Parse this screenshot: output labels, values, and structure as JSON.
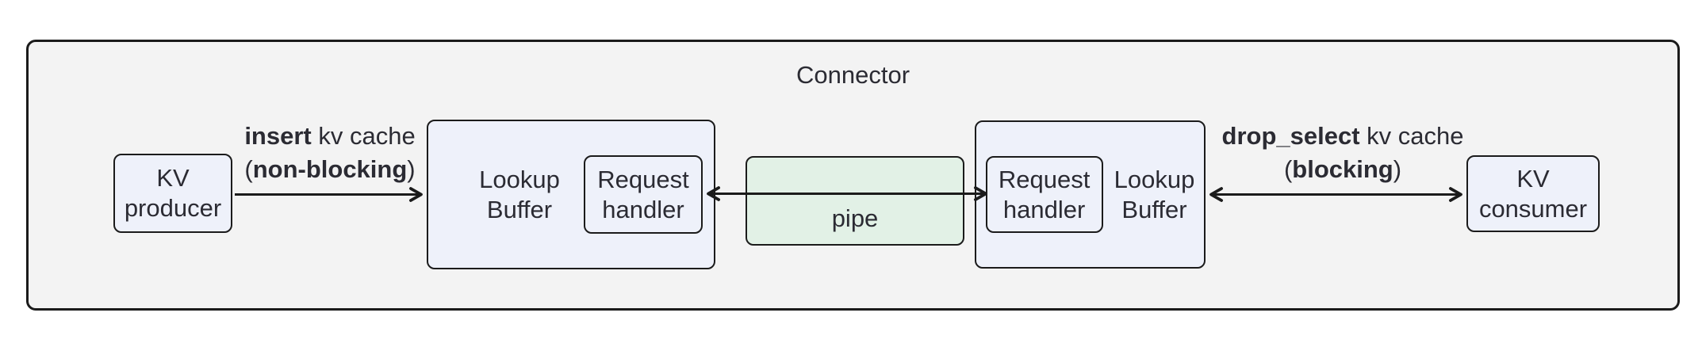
{
  "title": "Connector",
  "colors": {
    "canvas_bg": "#ffffff",
    "container_fill": "#f3f3f3",
    "node_fill": "#eef1fa",
    "pipe_fill": "#e2f1e6",
    "border": "#1b1b1b",
    "text": "#2b2b33"
  },
  "nodes": {
    "kv_producer": {
      "line1": "KV",
      "line2": "producer"
    },
    "lookup_buffer_left": {
      "line1": "Lookup",
      "line2": "Buffer"
    },
    "request_handler_left": {
      "line1": "Request",
      "line2": "handler"
    },
    "pipe": {
      "label": "pipe"
    },
    "request_handler_right": {
      "line1": "Request",
      "line2": "handler"
    },
    "lookup_buffer_right": {
      "line1": "Lookup",
      "line2": "Buffer"
    },
    "kv_consumer": {
      "line1": "KV",
      "line2": "consumer"
    }
  },
  "edges": {
    "insert": {
      "verb": "insert",
      "rest": " kv cache",
      "open_paren": "(",
      "mode": "non-blocking",
      "close_paren": ")"
    },
    "drop_select": {
      "verb": "drop_select",
      "rest": " kv cache",
      "open_paren": "(",
      "mode": "blocking",
      "close_paren": ")"
    }
  }
}
